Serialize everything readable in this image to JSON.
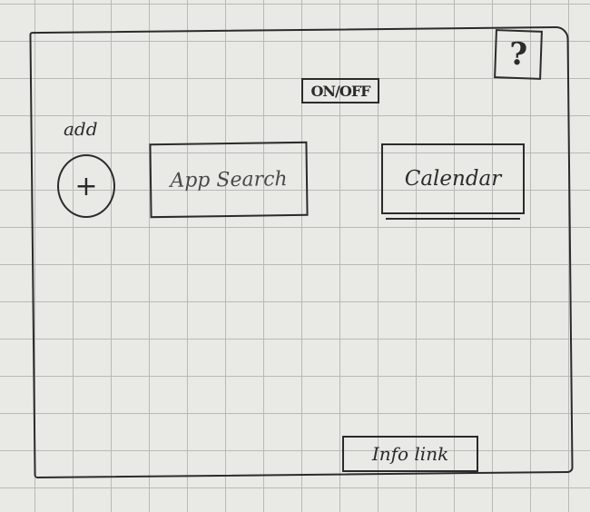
{
  "toggle": {
    "label": "ON/OFF"
  },
  "help": {
    "label": "?"
  },
  "add": {
    "label": "add",
    "icon": "plus-icon",
    "glyph": "+"
  },
  "search": {
    "label": "App Search"
  },
  "calendar": {
    "label": "Calendar"
  },
  "footer": {
    "info_label": "Info link"
  }
}
